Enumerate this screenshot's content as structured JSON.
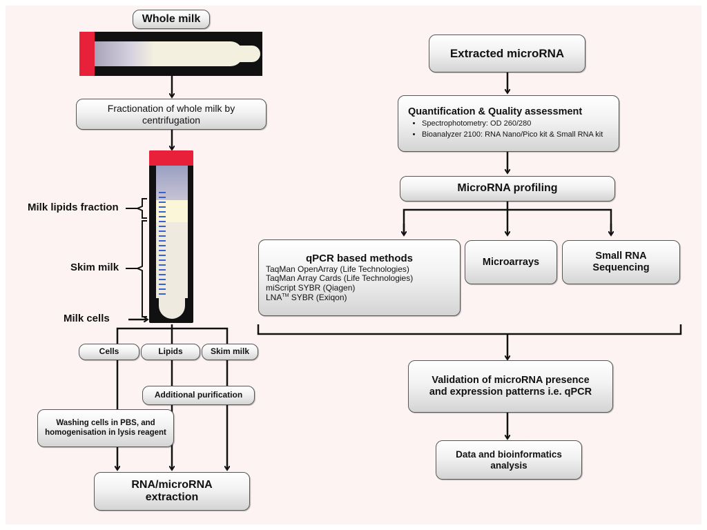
{
  "left": {
    "whole_milk": "Whole milk",
    "fractionation": "Fractionation of whole milk by centrifugation",
    "labels": {
      "lipids_fraction": "Milk lipids fraction",
      "skim_milk": "Skim milk",
      "milk_cells": "Milk cells"
    },
    "branches": [
      "Cells",
      "Lipids",
      "Skim milk"
    ],
    "additional_purification": "Additional purification",
    "washing": "Washing cells in PBS, and homogenisation in lysis reagent",
    "extraction": "RNA/microRNA extraction"
  },
  "right": {
    "extracted": "Extracted microRNA",
    "quant_title": "Quantification & Quality assessment",
    "quant_items": [
      "Spectrophotometry: OD 260/280",
      "Bioanalyzer 2100: RNA Nano/Pico kit & Small RNA kit"
    ],
    "profiling": "MicroRNA profiling",
    "qpcr_title": "qPCR based methods",
    "qpcr_items": [
      "TaqMan OpenArray (Life Technologies)",
      "TaqMan Array Cards (Life Technologies)",
      "miScript SYBR (Qiagen)"
    ],
    "qpcr_last_prefix": "LNA",
    "qpcr_last_sup": "TM",
    "qpcr_last_suffix": " SYBR (Exiqon)",
    "microarrays": "Microarrays",
    "sequencing": "Small RNA Sequencing",
    "validation": "Validation of microRNA presence and expression patterns i.e. qPCR",
    "bioinformatics": "Data and bioinformatics analysis"
  },
  "colors": {
    "background": "#fcf3f2",
    "tube_cap": "#e8203a",
    "milk": "#f3f0df",
    "graduation": "#3a5fcf"
  }
}
